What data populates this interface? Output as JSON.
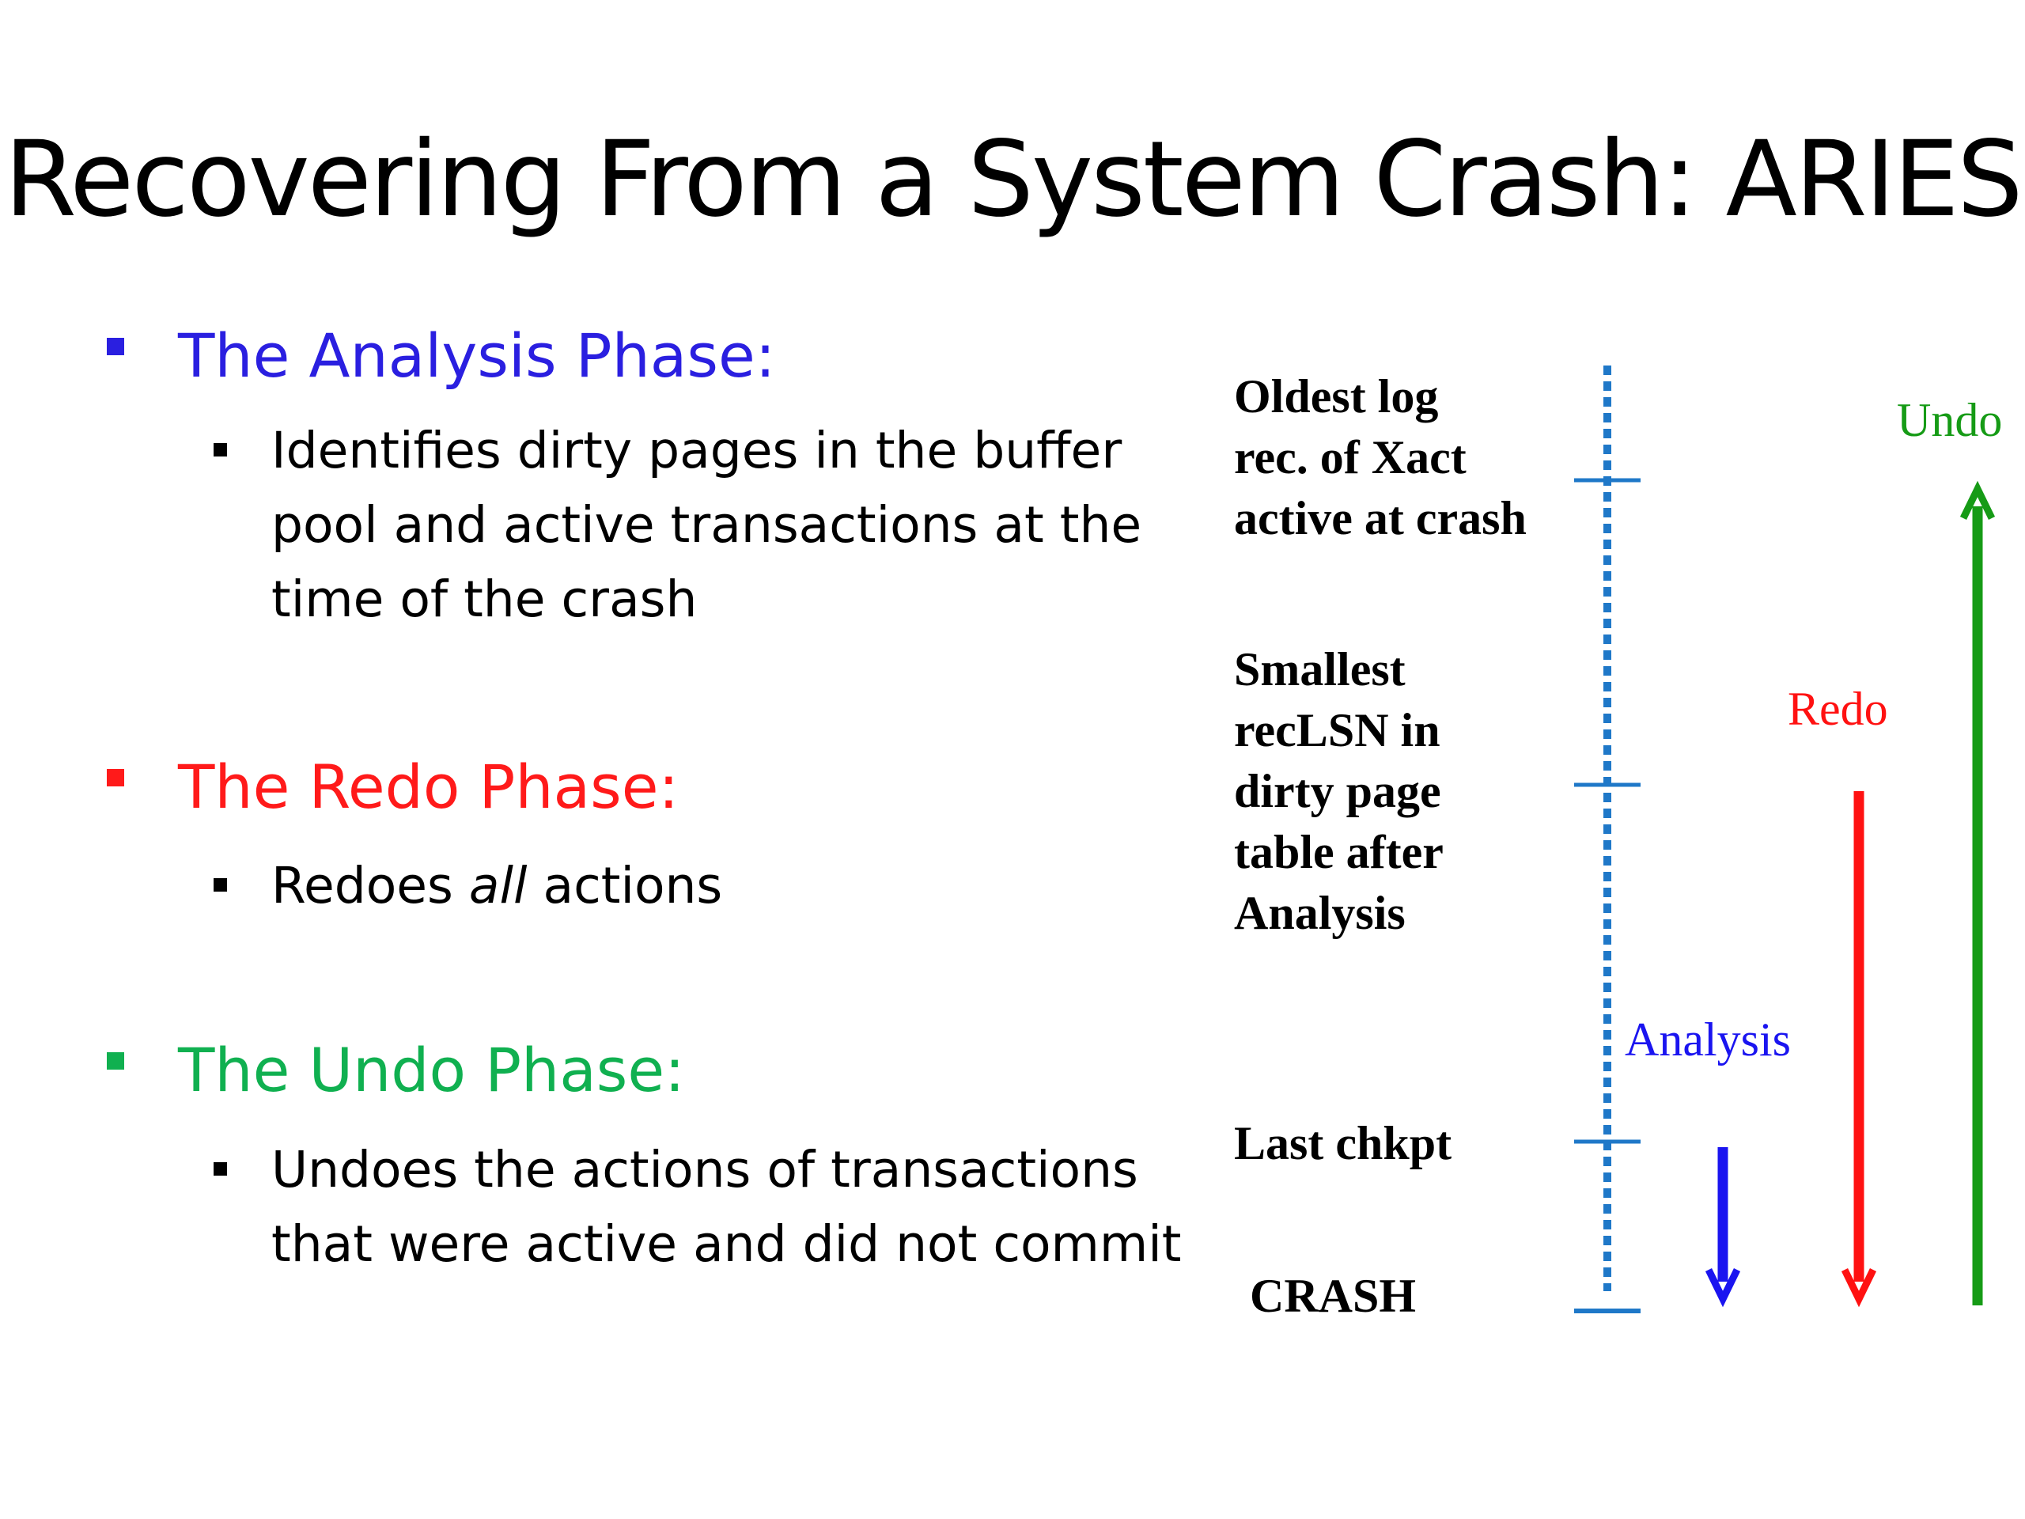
{
  "slide": {
    "title": "Recovering From a System Crash: ARIES"
  },
  "phases": [
    {
      "heading": "The Analysis Phase:",
      "color": "#2a1fe0",
      "detail_lines": [
        "Identifies dirty pages in the buffer",
        "pool and active transactions at the",
        "time of the crash"
      ]
    },
    {
      "heading": "The Redo Phase:",
      "color": "#ff1a1a",
      "detail_parts": [
        "Redoes ",
        "all",
        " actions"
      ]
    },
    {
      "heading": "The Undo Phase:",
      "color": "#10b050",
      "detail_lines": [
        "Undoes the actions of transactions",
        "that were active and did not commit"
      ]
    }
  ],
  "timeline": {
    "axis_color": "#1f78c8",
    "labels": [
      {
        "lines": [
          "Oldest log",
          "rec. of Xact",
          "active at crash"
        ]
      },
      {
        "lines": [
          "Smallest",
          "recLSN in",
          "dirty page",
          "table after",
          "Analysis"
        ]
      },
      {
        "lines": [
          "Last chkpt"
        ]
      },
      {
        "lines": [
          "CRASH"
        ]
      }
    ],
    "arrows": [
      {
        "label": "Analysis",
        "color": "#1a14f0",
        "direction": "down"
      },
      {
        "label": "Redo",
        "color": "#ff1111",
        "direction": "down"
      },
      {
        "label": "Undo",
        "color": "#169b16",
        "direction": "up"
      }
    ]
  }
}
